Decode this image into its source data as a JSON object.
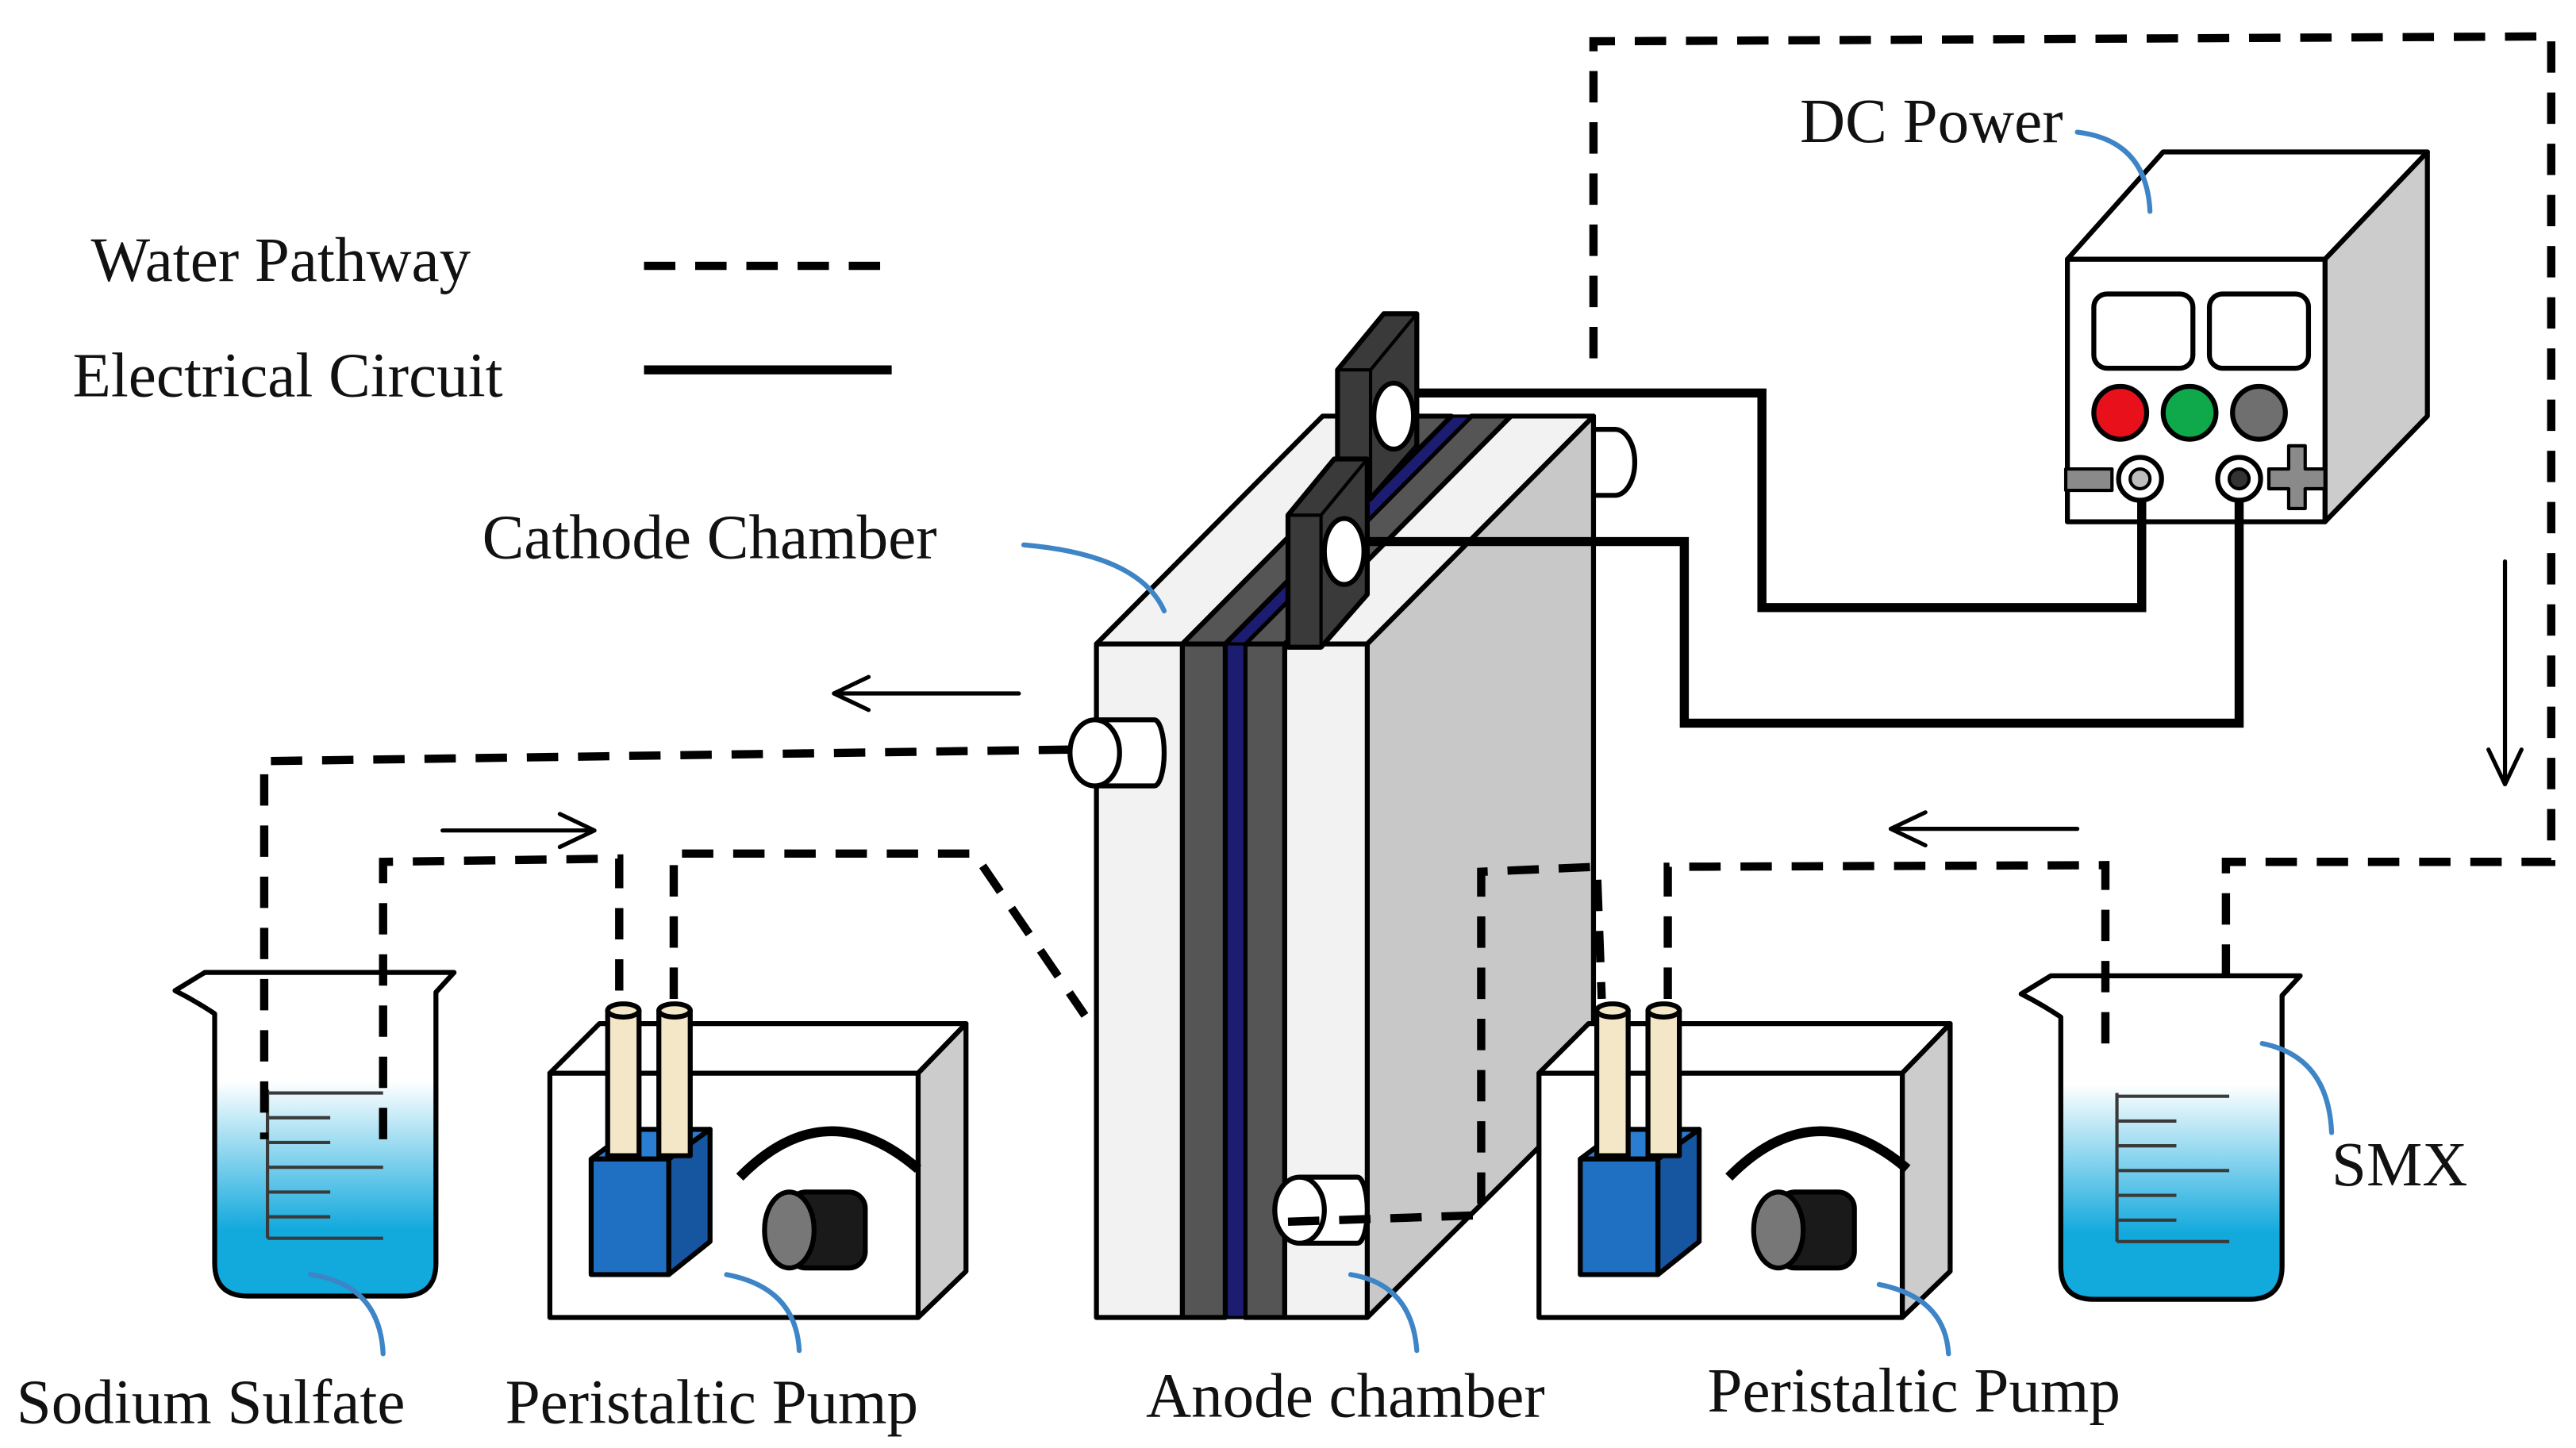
{
  "legend": {
    "water_pathway": "Water Pathway",
    "electrical_circuit": "Electrical Circuit"
  },
  "labels": {
    "dc_power": "DC Power",
    "cathode_chamber": "Cathode Chamber",
    "sodium_sulfate": "Sodium Sulfate",
    "pump_left": "Peristaltic Pump",
    "anode_chamber": "Anode chamber",
    "pump_right": "Peristaltic Pump",
    "smx": "SMX"
  },
  "colors": {
    "leader_blue": "#3d85c6",
    "solution": "#12a9dd",
    "membrane": "#1c1c70",
    "electrode_plate": "#555555",
    "electrode_tab": "#3a3a3a",
    "pump_head": "#1f6fc2",
    "pump_head_side": "#1656a0",
    "pump_tube": "#f3e7c8",
    "indicator_red": "#e8101a",
    "indicator_green": "#0fa84a",
    "indicator_gray": "#6f6f6f",
    "housing_side": "#cccccc",
    "chamber_face": "#f2f2f2",
    "chamber_side": "#c8c8c8"
  }
}
